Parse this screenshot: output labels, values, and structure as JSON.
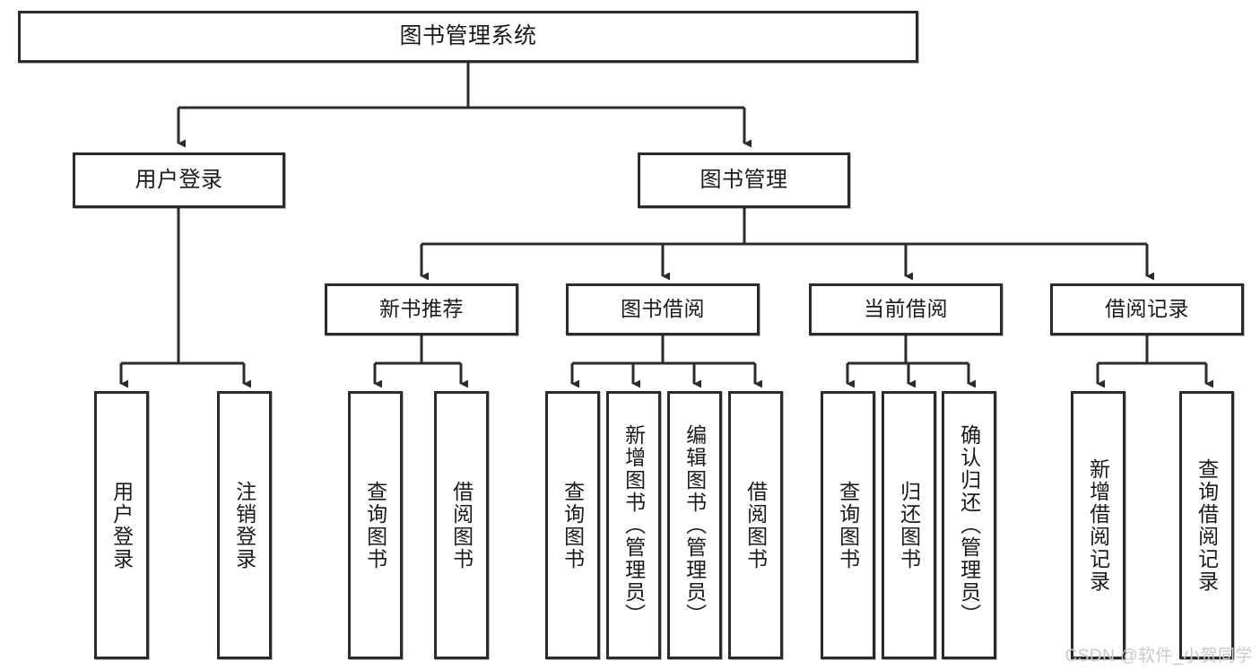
{
  "diagram": {
    "title": "图书管理系统",
    "type": "hierarchy-tree",
    "watermark": "CSDN @软件_小贺同学",
    "colors": {
      "stroke": "#2b2b2b",
      "fill": "#ffffff",
      "text": "#1a1a1a",
      "watermark": "#c9c9c9"
    },
    "root": {
      "label": "图书管理系统"
    },
    "level2": [
      {
        "label": "用户登录"
      },
      {
        "label": "图书管理"
      }
    ],
    "level3": [
      {
        "label": "新书推荐"
      },
      {
        "label": "图书借阅"
      },
      {
        "label": "当前借阅"
      },
      {
        "label": "借阅记录"
      }
    ],
    "leaves": {
      "user_login": [
        {
          "label": "用户登录"
        },
        {
          "label": "注销登录"
        }
      ],
      "new_book": [
        {
          "label": "查询图书"
        },
        {
          "label": "借阅图书"
        }
      ],
      "book_borrow": [
        {
          "label": "查询图书"
        },
        {
          "label": "新增图书（管理员）"
        },
        {
          "label": "编辑图书（管理员）"
        },
        {
          "label": "借阅图书"
        }
      ],
      "current_borrow": [
        {
          "label": "查询图书"
        },
        {
          "label": "归还图书"
        },
        {
          "label": "确认归还（管理员）"
        }
      ],
      "borrow_record": [
        {
          "label": "新增借阅记录"
        },
        {
          "label": "查询借阅记录"
        }
      ]
    }
  }
}
